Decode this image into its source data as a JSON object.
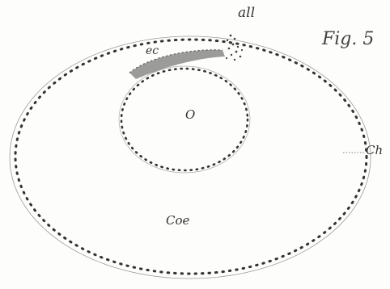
{
  "figure": {
    "title": "Fig. 5",
    "labels": {
      "allantois": "all",
      "ectoderm": "ec",
      "cavity": "O",
      "chorion": "Ch",
      "coelom": "Coe"
    }
  },
  "colors": {
    "ink": "#333333",
    "dots": "#3a3a3a",
    "shading": "#7a7a7a"
  }
}
